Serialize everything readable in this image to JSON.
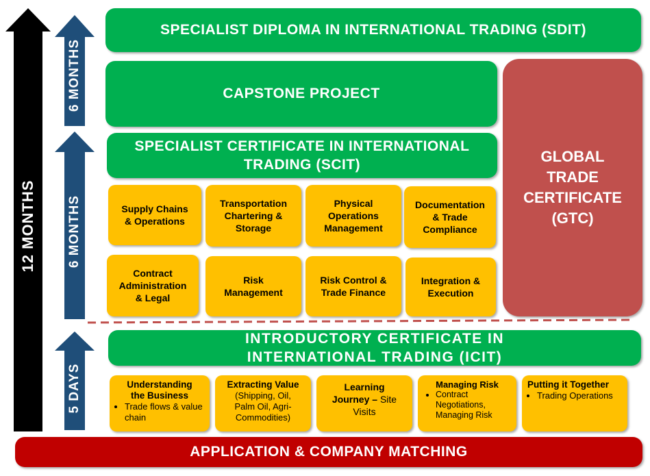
{
  "arrows": {
    "total_duration": "12 MONTHS",
    "diploma_duration": "6 MONTHS",
    "certificate_duration": "6 MONTHS",
    "intro_duration": "5 DAYS"
  },
  "sdit": {
    "title": "SPECIALIST DIPLOMA IN INTERNATIONAL TRADING (SDIT)"
  },
  "capstone": {
    "title": "CAPSTONE PROJECT"
  },
  "scit": {
    "title_line1": "SPECIALIST CERTIFICATE IN INTERNATIONAL",
    "title_line2": "TRADING (SCIT)"
  },
  "gtc": {
    "line1": "GLOBAL",
    "line2": "TRADE",
    "line3": "CERTIFICATE",
    "line4": "(GTC)"
  },
  "scit_modules": [
    {
      "lines": [
        "Supply Chains",
        "& Operations"
      ]
    },
    {
      "lines": [
        "Transportation",
        "Chartering &",
        "Storage"
      ]
    },
    {
      "lines": [
        "Physical",
        "Operations",
        "Management"
      ]
    },
    {
      "lines": [
        "Documentation",
        "& Trade",
        "Compliance"
      ]
    },
    {
      "lines": [
        "Contract",
        "Administration",
        "& Legal"
      ]
    },
    {
      "lines": [
        "Risk",
        "Management"
      ]
    },
    {
      "lines": [
        "Risk Control &",
        "Trade Finance"
      ]
    },
    {
      "lines": [
        "Integration &",
        "Execution"
      ]
    }
  ],
  "icit": {
    "title_line1": "INTRODUCTORY CERTIFICATE IN",
    "title_line2": "INTERNATIONAL TRADING (ICIT)"
  },
  "icit_modules": {
    "m1": {
      "title_line1": "Understanding",
      "title_line2": "the Business",
      "bullet": "Trade flows & value chain"
    },
    "m2": {
      "title": "Extracting Value",
      "detail_line1": "(Shipping, Oil,",
      "detail_line2": "Palm Oil, Agri-",
      "detail_line3": "Commodities)"
    },
    "m3": {
      "title_line1": "Learning",
      "title_bold": "Journey –",
      "title_rest": " Site",
      "title_line3": "Visits"
    },
    "m4": {
      "title": "Managing Risk",
      "bullet": "Contract Negotiations, Managing Risk"
    },
    "m5": {
      "title": "Putting it Together",
      "bullet": "Trading Operations"
    }
  },
  "footer": {
    "title": "APPLICATION & COMPANY MATCHING"
  },
  "colors": {
    "green": "#00b050",
    "amber": "#ffc000",
    "red": "#c00000",
    "gtc": "#c0504d",
    "navy": "#1f4e79",
    "black": "#000000",
    "divider": "#c0504d"
  }
}
